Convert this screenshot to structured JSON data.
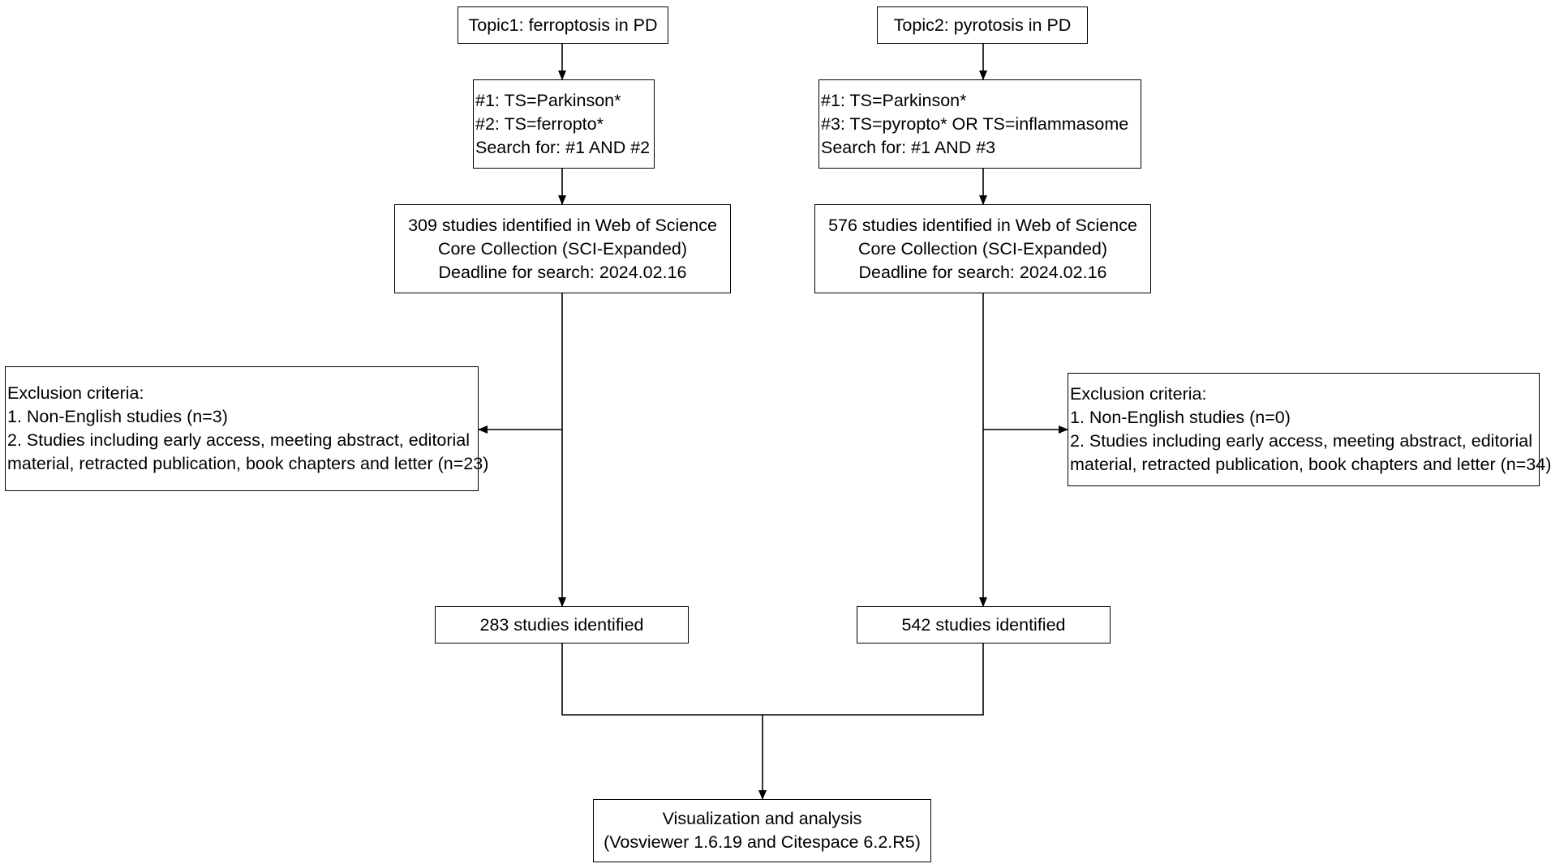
{
  "left_column": {
    "topic": "Topic1: ferroptosis in PD",
    "query": [
      "#1: TS=Parkinson*",
      "#2: TS=ferropto*",
      "Search for: #1 AND #2"
    ],
    "identified": [
      "309 studies identified in Web of Science",
      "Core Collection (SCI-Expanded)",
      "Deadline for search: 2024.02.16"
    ],
    "exclusion": [
      "Exclusion criteria:",
      "1. Non-English studies (n=3)",
      "2. Studies including early access, meeting abstract, editorial",
      "material, retracted publication, book chapters and letter (n=23)"
    ],
    "final": "283 studies identified"
  },
  "right_column": {
    "topic": "Topic2: pyrotosis in PD",
    "query": [
      "#1: TS=Parkinson*",
      "#3: TS=pyropto* OR TS=inflammasome",
      "Search for: #1 AND #3"
    ],
    "identified": [
      "576 studies identified in Web of Science",
      "Core Collection (SCI-Expanded)",
      "Deadline for search: 2024.02.16"
    ],
    "exclusion": [
      "Exclusion criteria:",
      "1. Non-English studies (n=0)",
      "2. Studies including early access, meeting abstract, editorial",
      "material, retracted publication, book chapters and letter (n=34)"
    ],
    "final": "542 studies identified"
  },
  "result": [
    "Visualization and analysis",
    "(Vosviewer 1.6.19  and Citespace 6.2.R5)"
  ]
}
